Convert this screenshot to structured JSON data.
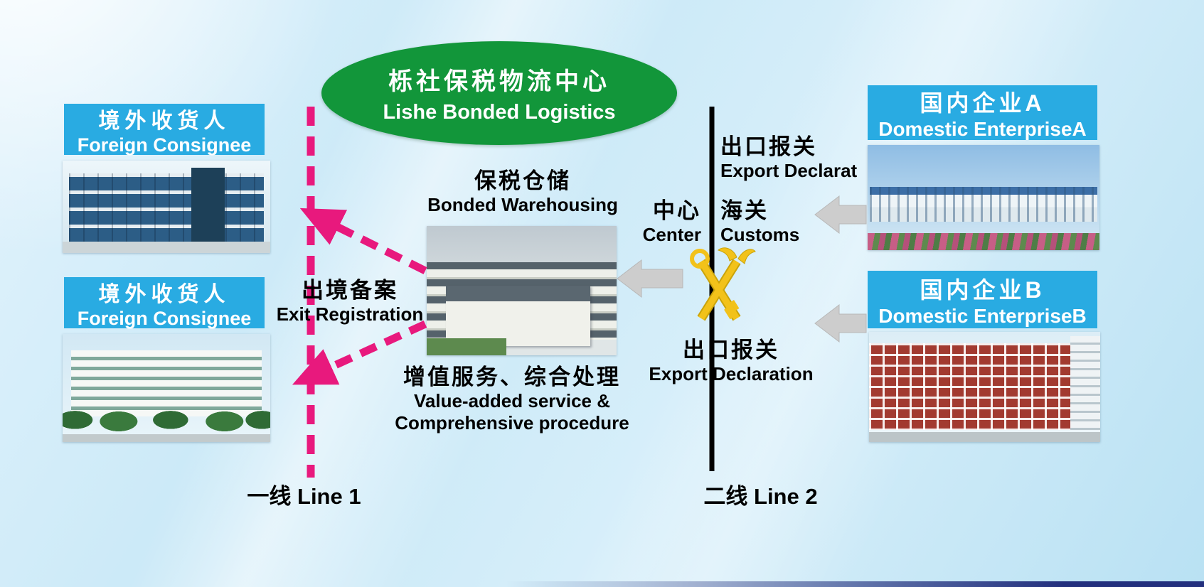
{
  "colors": {
    "background": "#cfe9f7",
    "box_blue": "#29abe2",
    "ellipse_green": "#12963a",
    "arrow_pink": "#e8197d",
    "arrow_gray": "#cdcdcd",
    "line_black": "#000000",
    "emblem_gold": "#f2c21a",
    "text_white": "#ffffff",
    "text_black": "#000000"
  },
  "center_ellipse": {
    "zh": "栎社保税物流中心",
    "en": "Lishe Bonded Logistics"
  },
  "nodes": {
    "foreign_consignee_top": {
      "zh": "境外收货人",
      "en": "Foreign Consignee"
    },
    "foreign_consignee_bottom": {
      "zh": "境外收货人",
      "en": "Foreign Consignee"
    },
    "domestic_enterprise_a": {
      "zh": "国内企业A",
      "en": "Domestic EnterpriseA"
    },
    "domestic_enterprise_b": {
      "zh": "国内企业B",
      "en": "Domestic EnterpriseB"
    }
  },
  "center": {
    "bonded_warehousing": {
      "zh": "保税仓储",
      "en": "Bonded Warehousing"
    },
    "value_added": {
      "zh": "增值服务、综合处理",
      "en1": "Value-added service &",
      "en2": "Comprehensive procedure"
    }
  },
  "customs_line": {
    "export_declaration_top": {
      "zh": "出口报关",
      "en": "Export Declarat"
    },
    "center": {
      "zh": "中心",
      "en": "Center"
    },
    "customs": {
      "zh": "海关",
      "en": "Customs"
    },
    "export_declaration_bottom": {
      "zh": "出口报关",
      "en": "Export Declaration"
    }
  },
  "left_flow": {
    "exit_registration": {
      "zh": "出境备案",
      "en": "Exit Registration"
    }
  },
  "line_labels": {
    "line1": "一线 Line 1",
    "line2": "二线 Line 2"
  }
}
